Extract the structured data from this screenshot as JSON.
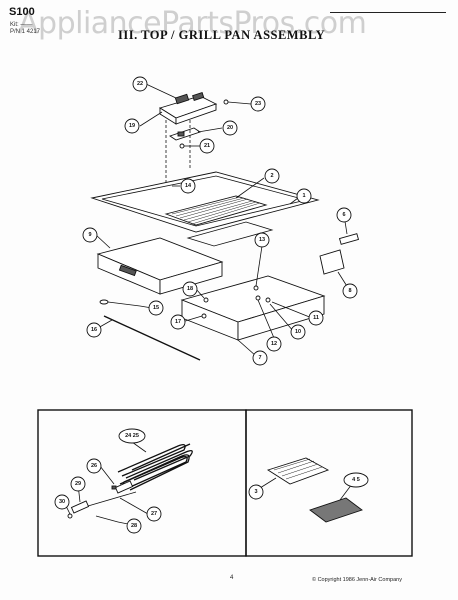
{
  "header": {
    "model": "S100",
    "sub_line1": "Kit: ——",
    "sub_line2": "P/N 1 4217",
    "title": "III. TOP / GRILL PAN ASSEMBLY"
  },
  "watermark": "AppliancePartsPros.com",
  "footer": {
    "page_number": "4",
    "copyright": "© Copyright 1986 Jenn-Air Company"
  },
  "callouts": {
    "c1": "1",
    "c2": "2",
    "c3": "3",
    "c4_5": "4 5",
    "c6": "6",
    "c7": "7",
    "c8": "8",
    "c9": "9",
    "c10": "10",
    "c11": "11",
    "c12": "12",
    "c13": "13",
    "c14": "14",
    "c15": "15",
    "c16": "16",
    "c17": "17",
    "c18": "18",
    "c19": "19",
    "c20": "20",
    "c21": "21",
    "c22": "22",
    "c23": "23",
    "c24_25": "24 25",
    "c26": "26",
    "c27": "27",
    "c28": "28",
    "c29": "29",
    "c30": "30"
  }
}
